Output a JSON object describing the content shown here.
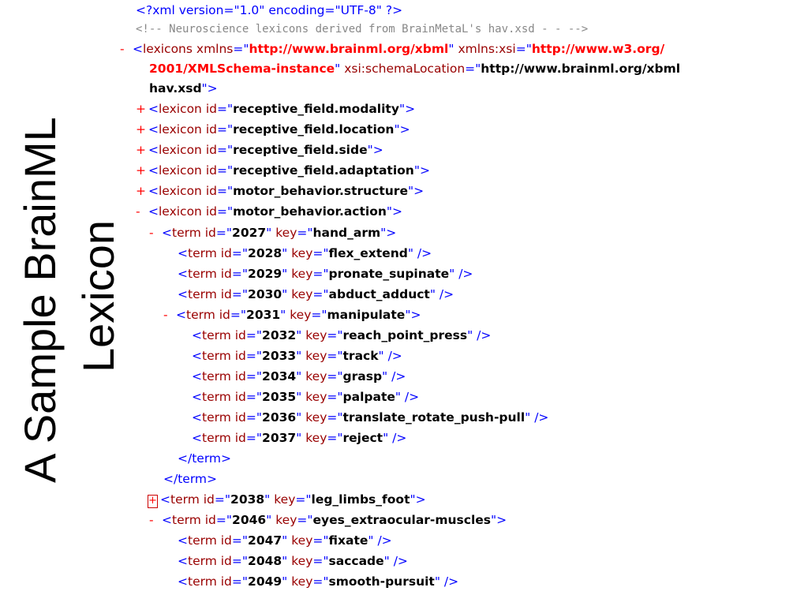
{
  "title": {
    "line1": "A Sample BrainML",
    "line2": "Lexicon"
  },
  "xml": {
    "decl": "<?xml version=\"1.0\" encoding=\"UTF-8\" ?>",
    "comment": "<!--  Neuroscience lexicons derived from BrainMetaL's hav.xsd - -   -->",
    "root": {
      "toggle": "-",
      "tag": "lexicons",
      "xmlns": "http://www.brainml.org/xbml",
      "xsi1": "http://www.w3.org/",
      "xsi2": "2001/XMLSchema-instance",
      "loc1": "http://www.brainml.org/xbml",
      "loc2": "hav.xsd"
    },
    "lexicons": [
      {
        "toggle": "+",
        "id": "receptive_field.modality"
      },
      {
        "toggle": "+",
        "id": "receptive_field.location"
      },
      {
        "toggle": "+",
        "id": "receptive_field.side"
      },
      {
        "toggle": "+",
        "id": "receptive_field.adaptation"
      },
      {
        "toggle": "+",
        "id": "motor_behavior.structure"
      },
      {
        "toggle": "-",
        "id": "motor_behavior.action"
      }
    ],
    "term_hand": {
      "toggle": "-",
      "id": "2027",
      "key": "hand_arm"
    },
    "terms_hand": [
      {
        "id": "2028",
        "key": "flex_extend"
      },
      {
        "id": "2029",
        "key": "pronate_supinate"
      },
      {
        "id": "2030",
        "key": "abduct_adduct"
      }
    ],
    "term_manip": {
      "toggle": "-",
      "id": "2031",
      "key": "manipulate"
    },
    "terms_manip": [
      {
        "id": "2032",
        "key": "reach_point_press"
      },
      {
        "id": "2033",
        "key": "track"
      },
      {
        "id": "2034",
        "key": "grasp"
      },
      {
        "id": "2035",
        "key": "palpate"
      },
      {
        "id": "2036",
        "key": "translate_rotate_push-pull"
      },
      {
        "id": "2037",
        "key": "reject"
      }
    ],
    "close1": "</term>",
    "close2": "</term>",
    "term_leg": {
      "toggle": "+",
      "id": "2038",
      "key": "leg_limbs_foot"
    },
    "term_eyes": {
      "toggle": "-",
      "id": "2046",
      "key": "eyes_extraocular-muscles"
    },
    "terms_eyes": [
      {
        "id": "2047",
        "key": "fixate"
      },
      {
        "id": "2048",
        "key": "saccade"
      },
      {
        "id": "2049",
        "key": "smooth-pursuit"
      }
    ]
  }
}
